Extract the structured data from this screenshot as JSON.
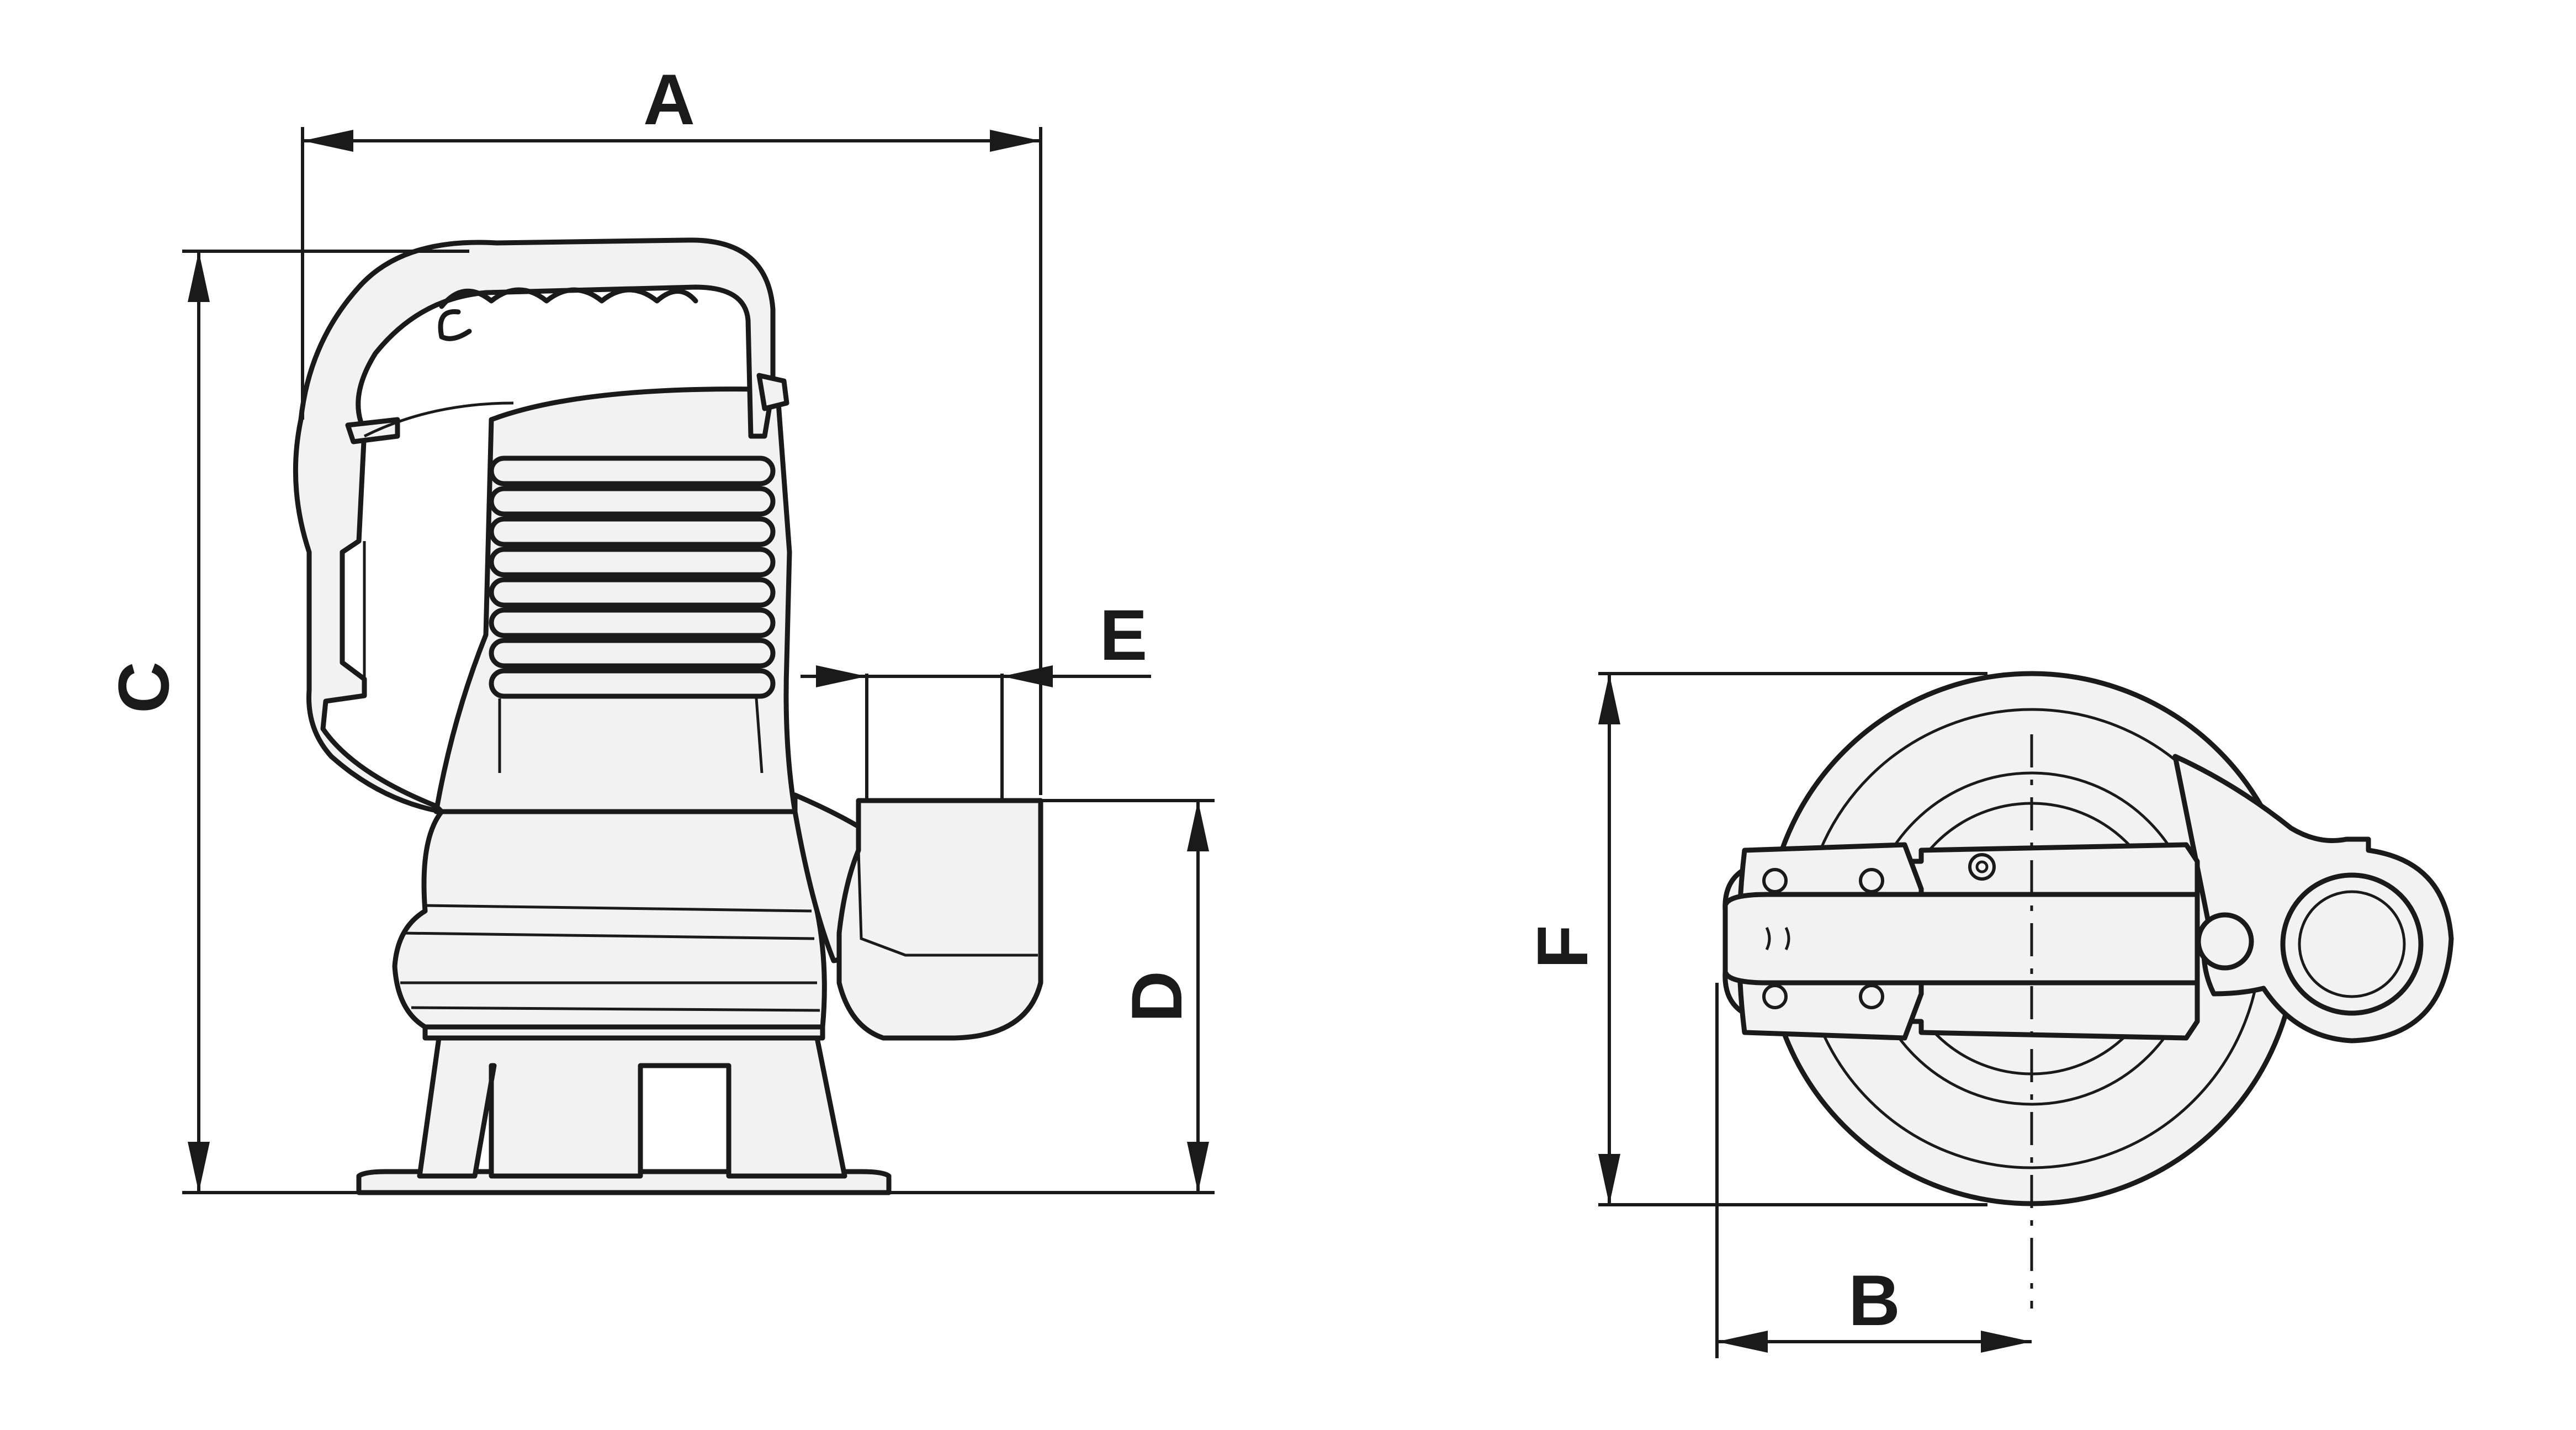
{
  "dimensions": {
    "A": "A",
    "B": "B",
    "C": "C",
    "D": "D",
    "E": "E",
    "F": "F"
  },
  "colors": {
    "outline": "#1a1a1a",
    "fill": "#f2f2f2",
    "background": "#ffffff"
  }
}
